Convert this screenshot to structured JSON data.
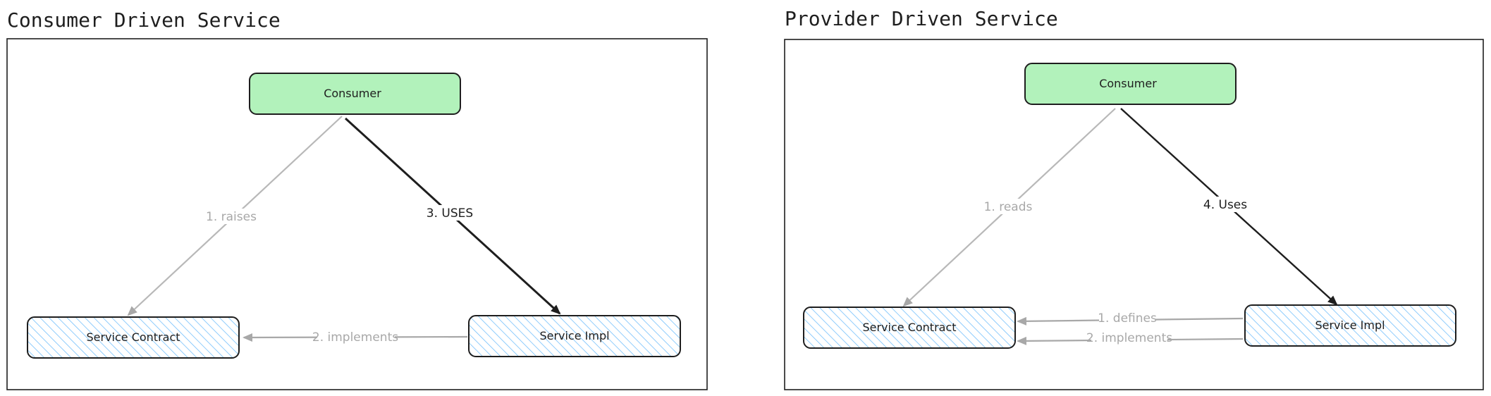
{
  "colors": {
    "consumer_fill": "#b2f2bb",
    "hatch": "#74c0fc",
    "stroke": "#1e1e1e",
    "gray_arrow": "#b0b0b0"
  },
  "panels": [
    {
      "title": "Consumer Driven Service",
      "nodes": {
        "consumer": "Consumer",
        "contract": "Service Contract",
        "impl": "Service Impl"
      },
      "edges": {
        "raises": "1. raises",
        "implements": "2. implements",
        "uses": "3. USES"
      }
    },
    {
      "title": "Provider Driven Service",
      "nodes": {
        "consumer": "Consumer",
        "contract": "Service Contract",
        "impl": "Service Impl"
      },
      "edges": {
        "reads": "1. reads",
        "defines": "1. defines",
        "implements": "2. implements",
        "uses": "4. Uses"
      }
    }
  ]
}
